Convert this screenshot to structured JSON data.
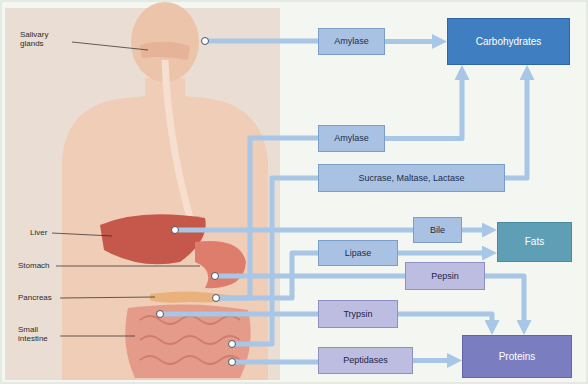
{
  "diagram": {
    "nodes": [
      {
        "text": [
          "Amylase"
        ]
      },
      {
        "text": [
          "Carbohydrates"
        ]
      },
      {
        "text": [
          "Amylase"
        ]
      },
      {
        "text": [
          "Sucrase, Maltase, Lactase"
        ]
      },
      {
        "text": [
          "Bile"
        ]
      },
      {
        "text": [
          "Fats"
        ]
      },
      {
        "text": [
          "Lipase"
        ]
      },
      {
        "text": [
          "Pepsin"
        ]
      },
      {
        "text": [
          "Trypsin"
        ]
      },
      {
        "text": [
          "Proteins"
        ]
      },
      {
        "text": [
          "Peptidases"
        ]
      }
    ],
    "edges": [
      {
        "from": 0,
        "to": 1,
        "arrow": "to"
      },
      {
        "from": 2,
        "to": 1,
        "arrow": "to"
      },
      {
        "from": 3,
        "to": 1,
        "arrow": "to"
      },
      {
        "from": 4,
        "to": 5,
        "arrow": "to"
      },
      {
        "from": 6,
        "to": 5,
        "arrow": "to"
      },
      {
        "from": 7,
        "to": 9,
        "arrow": "to"
      },
      {
        "from": 8,
        "to": 9,
        "arrow": "to"
      },
      {
        "from": 10,
        "to": 9,
        "arrow": "to"
      }
    ],
    "labels": [
      "Salivary glands",
      "Liver",
      "Stomach",
      "Pancreas",
      "Small intestine"
    ]
  }
}
